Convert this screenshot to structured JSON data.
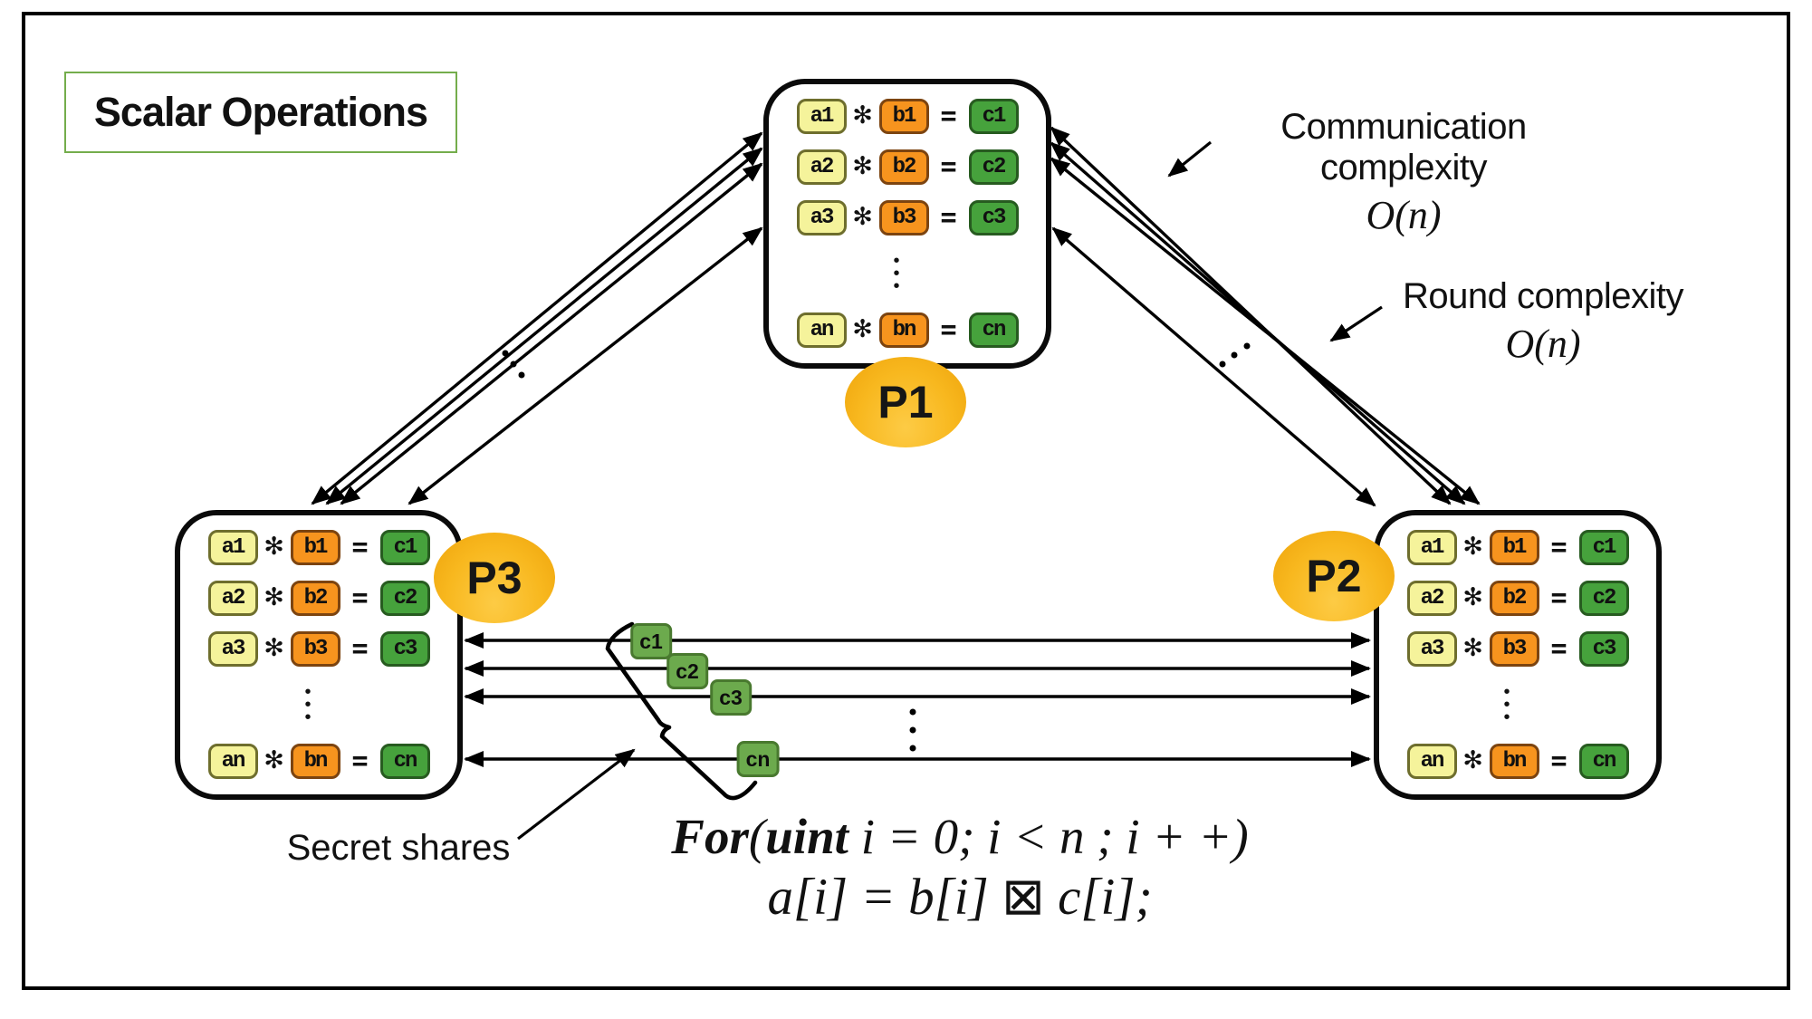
{
  "title": "Scalar Operations",
  "parties": {
    "p1": "P1",
    "p2": "P2",
    "p3": "P3"
  },
  "card": {
    "op": "✻",
    "eq": "=",
    "dot": "•",
    "rows": [
      {
        "a": "a1",
        "b": "b1",
        "c": "c1"
      },
      {
        "a": "a2",
        "b": "b2",
        "c": "c2"
      },
      {
        "a": "a3",
        "b": "b3",
        "c": "c3"
      },
      {
        "a": "an",
        "b": "bn",
        "c": "cn"
      }
    ]
  },
  "channel_labels": [
    "c1",
    "c2",
    "c3",
    "cn"
  ],
  "annotations": {
    "communication": {
      "label": "Communication complexity",
      "complexity": "O(n)"
    },
    "round": {
      "label": "Round complexity",
      "complexity": "O(n)"
    },
    "secret_shares": "Secret shares"
  },
  "formula": {
    "for_kw": "For",
    "paren": "(",
    "uint_kw": "uint",
    "cond": " i = 0; i < n ; i + +)",
    "body": "a[i] = b[i] ⊠ c[i];"
  },
  "colors": {
    "title_border": "#74ad4c",
    "chip_a_fill": "#f5f39b",
    "chip_b_fill": "#f7941e",
    "chip_c_fill": "#46a23c",
    "channel_label_fill": "#6caa4d",
    "badge_fill_top": "#eea30a",
    "badge_fill_bottom": "#fdcb45",
    "line_color": "#000000"
  }
}
